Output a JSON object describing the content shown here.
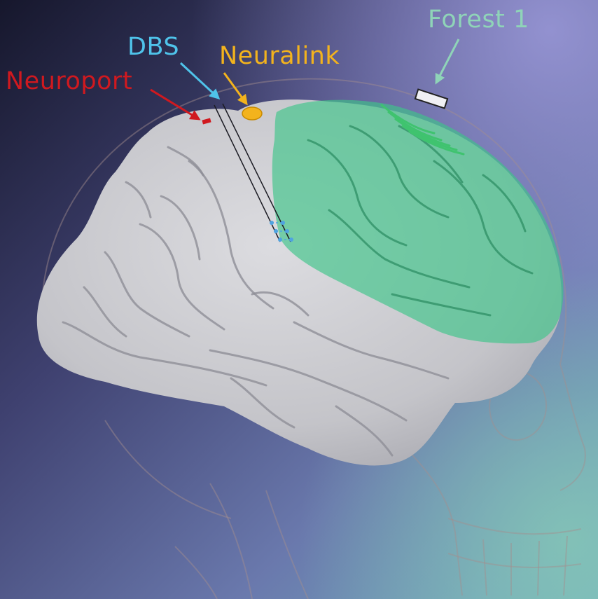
{
  "labels": {
    "forest": "Forest 1",
    "dbs": "DBS",
    "neuralink": "Neuralink",
    "neuroport": "Neuroport"
  },
  "colors": {
    "forest": "#8fd4b8",
    "dbs": "#4fc3ea",
    "neuralink": "#f3b31d",
    "neuroport": "#d0191f",
    "brain": "#c9c9cd",
    "overlay": "#3ec488",
    "background_start": "#1c1d33",
    "background_end": "#6f9cc2"
  }
}
